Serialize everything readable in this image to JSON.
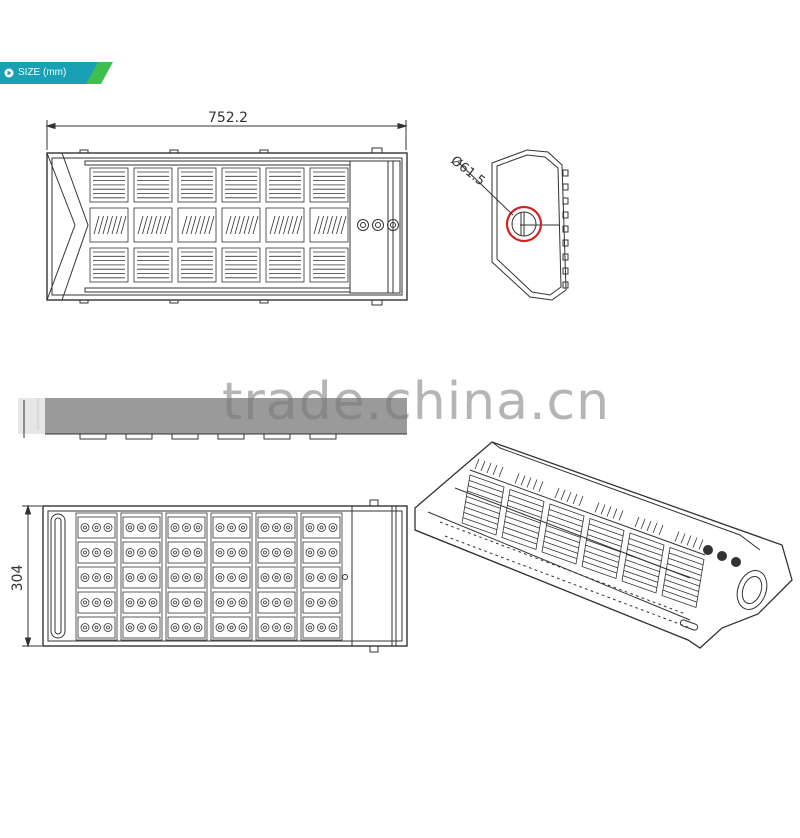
{
  "badge": {
    "label": "SIZE (mm)",
    "color": "#19a0b4",
    "stripe_color": "#3fbf4f"
  },
  "dimensions": {
    "length": "752.2",
    "width": "304",
    "tube_diameter": "Ø61.5"
  },
  "watermark": {
    "text": "trade.china.cn"
  },
  "colors": {
    "line": "#333333",
    "highlight": "#d22222"
  }
}
